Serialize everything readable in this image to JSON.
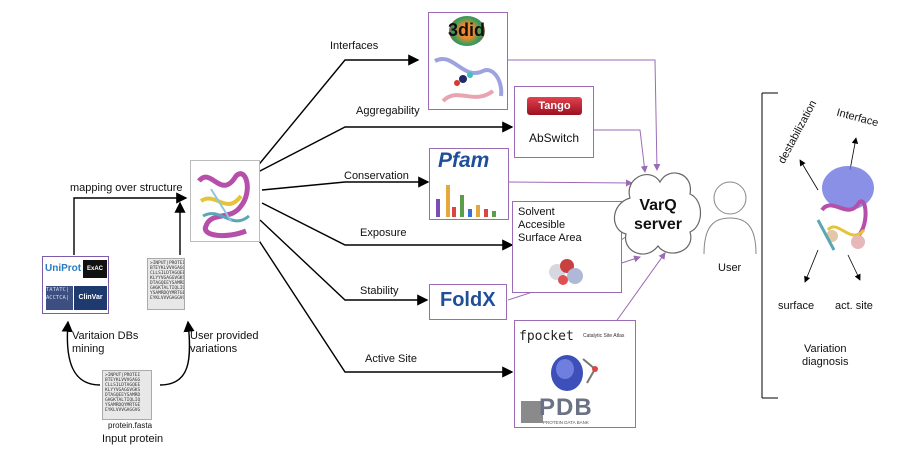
{
  "pipeline_edges": {
    "interfaces": "Interfaces",
    "aggregability": "Aggregability",
    "conservation": "Conservation",
    "exposure": "Exposure",
    "stability": "Stability",
    "active_site": "Active Site"
  },
  "mapping_label": "mapping over structure",
  "variation_db_label": "Varitaion DBs\nmining",
  "user_variations_label": "User provided\nvariations",
  "input_protein": {
    "file": "protein.fasta",
    "caption": "Input protein"
  },
  "databases": {
    "uniprot": "UniProt",
    "exac": "ExAC",
    "clinvar": "ClinVar",
    "seq": "TATATC|\nACCTCA|"
  },
  "tools": {
    "threedid": "3did",
    "tango": "Tango",
    "abswitch": "AbSwitch",
    "pfam": "Pfam",
    "sasa": "Solvent\nAccesible\nSurface Area",
    "foldx": "FoldX",
    "fpocket": "fpocket",
    "catalytic": "Catalytic Site Atlas",
    "pdb": "PDB",
    "pdb_sub": "PROTEIN DATA BANK"
  },
  "server": "VarQ\nserver",
  "user": "User",
  "diagnosis": {
    "destabilization": "destabilization",
    "interface": "Interface",
    "surface": "surface",
    "act_site": "act. site",
    "title": "Variation\ndiagnosis"
  },
  "fasta_lines": ">INPUT|PROTEI\nBTEYKLVVVGAGG\nCLLSILDTAGQEE\nKLYYVGAGGVGKS\nDTAGQEEYSAMRD\nGHGKTALTIQLIQ\nYSAMRDQYMRTGE\nEYKLVVVGAGGVG",
  "colors": {
    "accent": "#9b6bb5",
    "line": "#000000",
    "tango_red": "#c0152a",
    "pfam_blue": "#1f4f9a"
  }
}
